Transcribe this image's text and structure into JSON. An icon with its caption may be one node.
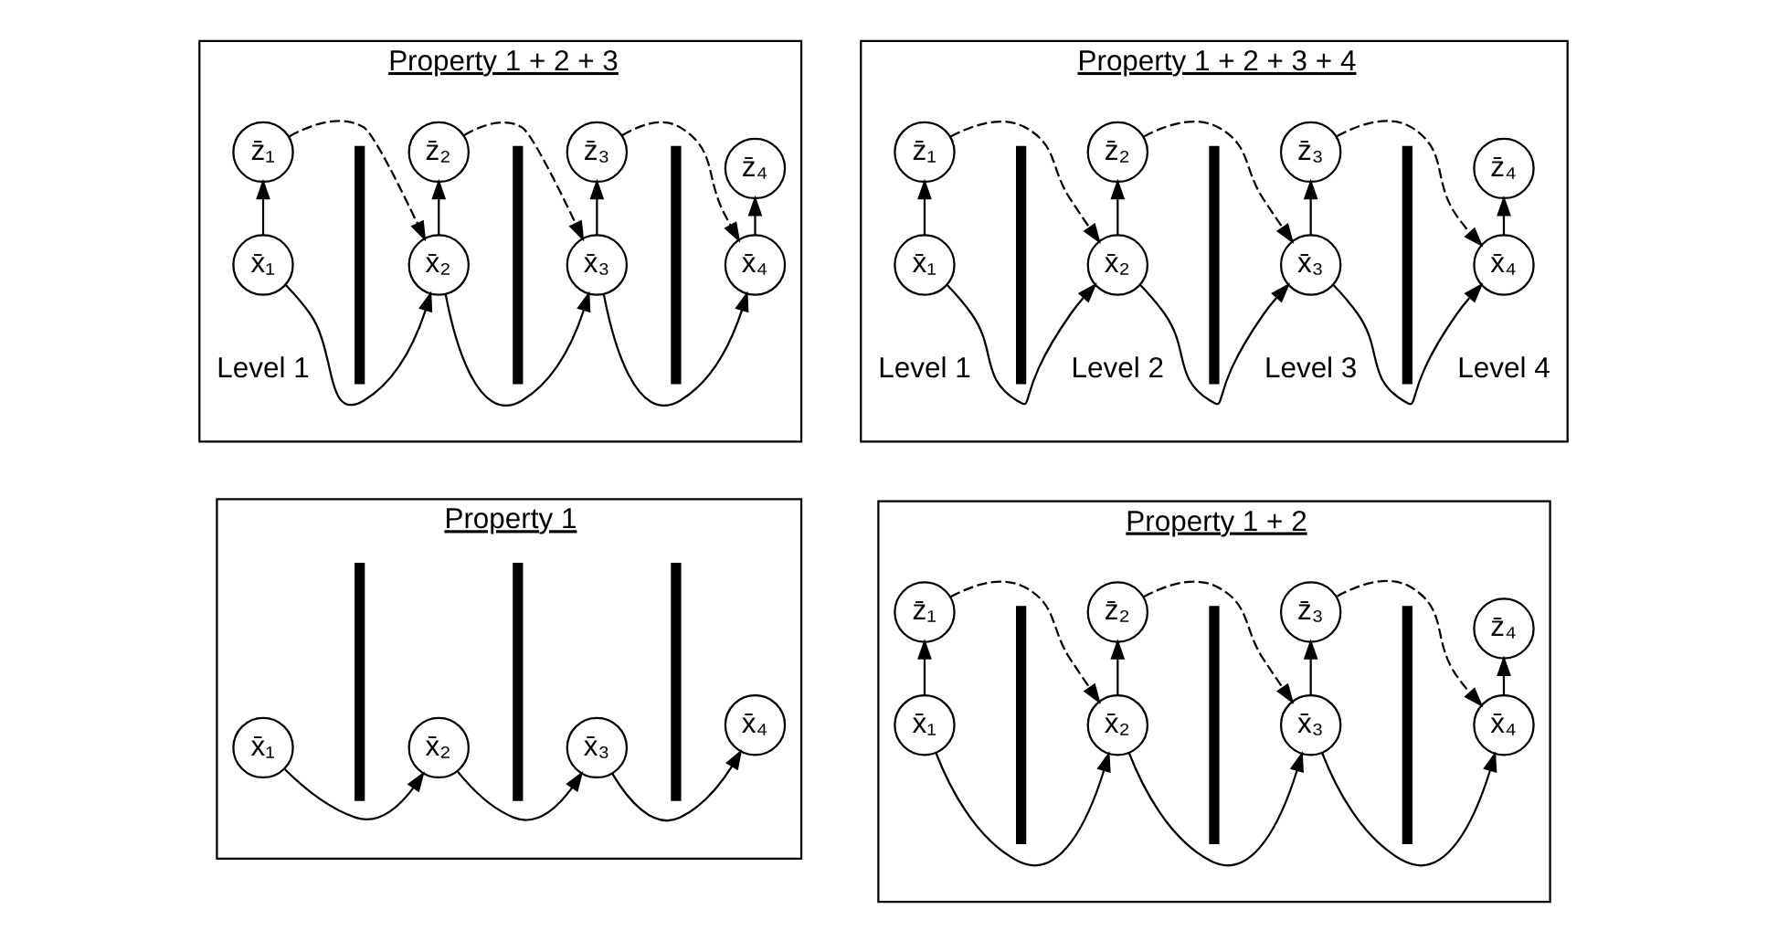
{
  "diagram": {
    "nodes": [
      {
        "text": [
          "Property 1"
        ]
      },
      {
        "text": [
          "x̄₁"
        ],
        "in": 0
      },
      {
        "text": [
          "x̄₂"
        ],
        "in": 0
      },
      {
        "text": [
          "x̄₃"
        ],
        "in": 0
      },
      {
        "text": [
          "x̄₄"
        ],
        "in": 0
      },
      {
        "text": [],
        "shape": "bar",
        "in": 0
      },
      {
        "text": [],
        "shape": "bar",
        "in": 0
      },
      {
        "text": [],
        "shape": "bar",
        "in": 0
      },
      {
        "text": [
          "Property 1 + 2"
        ]
      },
      {
        "text": [
          "x̄₁"
        ],
        "in": 8
      },
      {
        "text": [
          "x̄₂"
        ],
        "in": 8
      },
      {
        "text": [
          "x̄₃"
        ],
        "in": 8
      },
      {
        "text": [
          "x̄₄"
        ],
        "in": 8
      },
      {
        "text": [
          "z̄₁"
        ],
        "in": 8
      },
      {
        "text": [
          "z̄₂"
        ],
        "in": 8
      },
      {
        "text": [
          "z̄₃"
        ],
        "in": 8
      },
      {
        "text": [
          "z̄₄"
        ],
        "in": 8
      },
      {
        "text": [],
        "shape": "bar",
        "in": 8
      },
      {
        "text": [],
        "shape": "bar",
        "in": 8
      },
      {
        "text": [],
        "shape": "bar",
        "in": 8
      },
      {
        "text": [
          "Property 1 + 2 + 3"
        ]
      },
      {
        "text": [
          "x̄₁"
        ],
        "in": 20
      },
      {
        "text": [
          "x̄₂"
        ],
        "in": 20
      },
      {
        "text": [
          "x̄₃"
        ],
        "in": 20
      },
      {
        "text": [
          "x̄₄"
        ],
        "in": 20
      },
      {
        "text": [
          "z̄₁"
        ],
        "in": 20
      },
      {
        "text": [
          "z̄₂"
        ],
        "in": 20
      },
      {
        "text": [
          "z̄₃"
        ],
        "in": 20
      },
      {
        "text": [
          "z̄₄"
        ],
        "in": 20
      },
      {
        "text": [],
        "shape": "bar",
        "in": 20
      },
      {
        "text": [],
        "shape": "bar",
        "in": 20
      },
      {
        "text": [],
        "shape": "bar",
        "in": 20
      },
      {
        "text": [
          "Property 1 + 2 + 3 + 4"
        ]
      },
      {
        "text": [
          "x̄₁"
        ],
        "in": 32
      },
      {
        "text": [
          "x̄₂"
        ],
        "in": 32
      },
      {
        "text": [
          "x̄₃"
        ],
        "in": 32
      },
      {
        "text": [
          "x̄₄"
        ],
        "in": 32
      },
      {
        "text": [
          "z̄₁"
        ],
        "in": 32
      },
      {
        "text": [
          "z̄₂"
        ],
        "in": 32
      },
      {
        "text": [
          "z̄₃"
        ],
        "in": 32
      },
      {
        "text": [
          "z̄₄"
        ],
        "in": 32
      },
      {
        "text": [],
        "shape": "bar",
        "in": 32
      },
      {
        "text": [],
        "shape": "bar",
        "in": 32
      },
      {
        "text": [],
        "shape": "bar",
        "in": 32
      }
    ],
    "edges": [
      {
        "from": 1,
        "to": 2,
        "arrow": "to"
      },
      {
        "from": 2,
        "to": 3,
        "arrow": "to"
      },
      {
        "from": 3,
        "to": 4,
        "arrow": "to"
      },
      {
        "from": 9,
        "to": 10,
        "arrow": "to"
      },
      {
        "from": 10,
        "to": 11,
        "arrow": "to"
      },
      {
        "from": 11,
        "to": 12,
        "arrow": "to"
      },
      {
        "from": 9,
        "to": 13,
        "arrow": "to"
      },
      {
        "from": 10,
        "to": 14,
        "arrow": "to"
      },
      {
        "from": 11,
        "to": 15,
        "arrow": "to"
      },
      {
        "from": 12,
        "to": 16,
        "arrow": "to"
      },
      {
        "from": 13,
        "to": 10,
        "arrow": "to",
        "style": "dashed"
      },
      {
        "from": 14,
        "to": 11,
        "arrow": "to",
        "style": "dashed"
      },
      {
        "from": 15,
        "to": 12,
        "arrow": "to",
        "style": "dashed"
      },
      {
        "from": 21,
        "to": 22,
        "arrow": "to"
      },
      {
        "from": 22,
        "to": 23,
        "arrow": "to"
      },
      {
        "from": 23,
        "to": 24,
        "arrow": "to"
      },
      {
        "from": 21,
        "to": 25,
        "arrow": "to"
      },
      {
        "from": 22,
        "to": 26,
        "arrow": "to"
      },
      {
        "from": 23,
        "to": 27,
        "arrow": "to"
      },
      {
        "from": 24,
        "to": 28,
        "arrow": "to"
      },
      {
        "from": 25,
        "to": 22,
        "arrow": "to",
        "style": "dashed"
      },
      {
        "from": 26,
        "to": 23,
        "arrow": "to",
        "style": "dashed"
      },
      {
        "from": 27,
        "to": 24,
        "arrow": "to",
        "style": "dashed"
      },
      {
        "from": 33,
        "to": 34,
        "arrow": "to"
      },
      {
        "from": 34,
        "to": 35,
        "arrow": "to"
      },
      {
        "from": 35,
        "to": 36,
        "arrow": "to"
      },
      {
        "from": 33,
        "to": 37,
        "arrow": "to"
      },
      {
        "from": 34,
        "to": 38,
        "arrow": "to"
      },
      {
        "from": 35,
        "to": 39,
        "arrow": "to"
      },
      {
        "from": 36,
        "to": 40,
        "arrow": "to"
      },
      {
        "from": 37,
        "to": 34,
        "arrow": "to",
        "style": "dashed"
      },
      {
        "from": 38,
        "to": 35,
        "arrow": "to",
        "style": "dashed"
      },
      {
        "from": 39,
        "to": 36,
        "arrow": "to",
        "style": "dashed"
      }
    ],
    "labels": [
      "Level 1",
      "Level 1",
      "Level 2",
      "Level 3",
      "Level 4"
    ]
  }
}
